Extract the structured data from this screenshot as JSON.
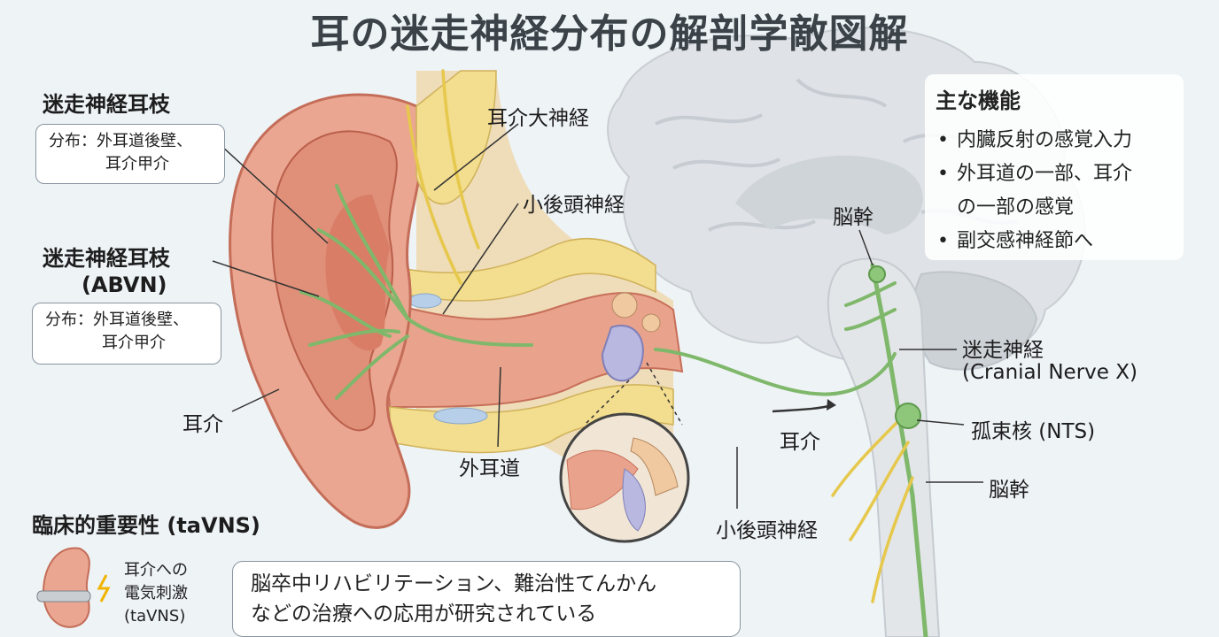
{
  "title": "耳の迷走神経分布の解剖学敵図解",
  "abvn_top": {
    "heading": "迷走神経耳枝",
    "box_line1": "分布：外耳道後壁、",
    "box_line2": "耳介甲介"
  },
  "abvn_mid": {
    "heading": "迷走神経耳枝",
    "subheading": "(ABVN)",
    "box_line1": "分布：外耳道後壁、",
    "box_line2": "耳介甲介"
  },
  "labels": {
    "auricle_left": "耳介",
    "great_auricular": "耳介大神経",
    "lesser_occipital_top": "小後頭神経",
    "ear_canal": "外耳道",
    "auricle_right": "耳介",
    "lesser_occipital_bottom": "小後頭神経",
    "brainstem_top": "脳幹",
    "vagus": "迷走神経",
    "vagus_sub": "(Cranial Nerve X)",
    "nts": "孤束核 (NTS)",
    "brainstem_bottom": "脳幹"
  },
  "functions": {
    "heading": "主な機能",
    "bullet": "•",
    "items": [
      "内臓反射の感覚入力",
      "外耳道の一部、耳介",
      "の一部の感覚",
      "副交感神経節へ"
    ]
  },
  "clinical": {
    "heading": "臨床的重要性 (taVNS)",
    "icon_label1": "耳介への",
    "icon_label2": "電気刺激",
    "icon_label3": "(taVNS)",
    "text1": "脳卒中リハビリテーション、難治性てんかん",
    "text2": "などの治療への応用が研究されている"
  },
  "colors": {
    "nerve_green": "#7fb86a",
    "nerve_yellow": "#e6c84c",
    "skin": "#e9a38c",
    "skin_dark": "#c76f5a",
    "fat": "#f3dd8e",
    "brain": "#d9dde1"
  }
}
